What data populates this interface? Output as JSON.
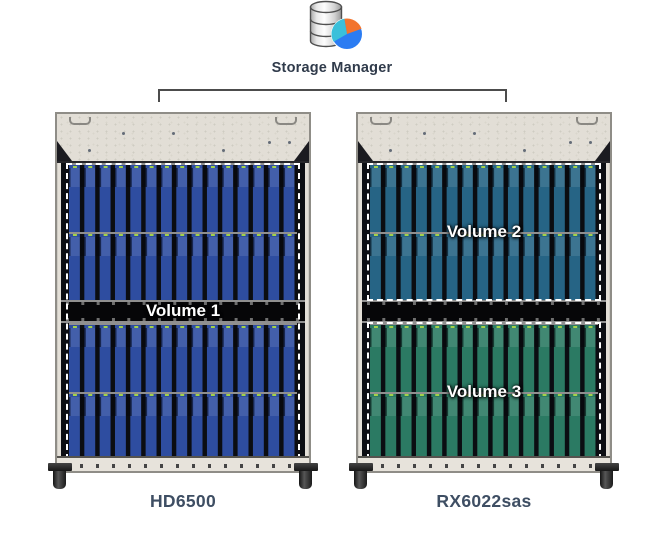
{
  "header": {
    "label": "Storage Manager",
    "icon": "database-piechart-icon"
  },
  "connector": {
    "type": "bracket",
    "spans": [
      "HD6500",
      "RX6022sas"
    ]
  },
  "racks": [
    {
      "name": "HD6500",
      "rows": 4,
      "drives_per_row": 15,
      "volumes": [
        {
          "label": "Volume 1",
          "span": "all-rows",
          "drive_color": "#2e4da0"
        }
      ]
    },
    {
      "name": "RX6022sas",
      "rows": 4,
      "drives_per_row": 15,
      "volumes": [
        {
          "label": "Volume 2",
          "span": "top-half",
          "drive_color": "#266485"
        },
        {
          "label": "Volume 3",
          "span": "bottom-half",
          "drive_color": "#2b7a63"
        }
      ]
    }
  ],
  "colors": {
    "blue-drive": "#2e4da0",
    "teal-drive": "#266485",
    "green-drive": "#2b7a63",
    "led-green": "#a2d24a",
    "rack-beige": "#e3dfd7",
    "label-slate": "#3e4e63",
    "pie-blue": "#2b7cf2",
    "pie-orange": "#f2742e",
    "pie-cyan": "#3ac0da"
  }
}
